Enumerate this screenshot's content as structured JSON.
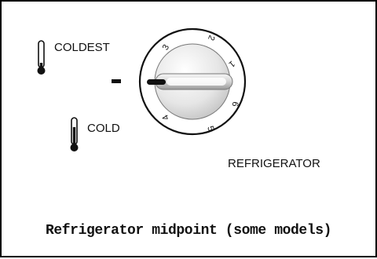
{
  "labels": {
    "coldest": "COLDEST",
    "cold": "COLD",
    "appliance": "REFRIGERATOR"
  },
  "dial": {
    "numbers": [
      "1",
      "2",
      "3",
      "4",
      "5",
      "6"
    ],
    "pointer_at": "3-4"
  },
  "caption": "Refrigerator midpoint (some models)",
  "icons": [
    "thermometer-low-icon",
    "thermometer-high-icon",
    "dial-knob-icon"
  ]
}
